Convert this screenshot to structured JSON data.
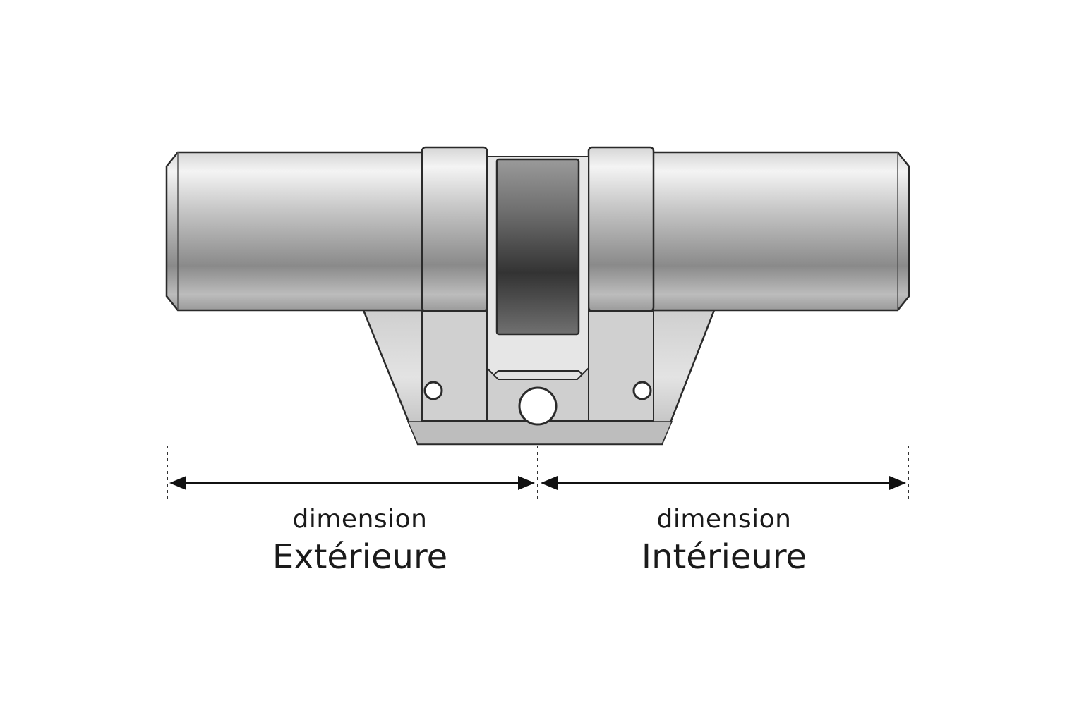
{
  "labels": {
    "exterior_word": "dimension",
    "exterior_side": "Extérieure",
    "interior_word": "dimension",
    "interior_side": "Intérieure"
  },
  "colors": {
    "outline": "#2a2a2a",
    "metal_light": "#f2f2f2",
    "metal_mid": "#bdbdbd",
    "metal_dark": "#7c7c7c",
    "cam_dark": "#3a3a3a",
    "text": "#1a1a1a"
  },
  "icons": {
    "arrow": "arrowhead-icon",
    "screw_hole": "screw-hole-icon",
    "mounting_hole": "mounting-hole-icon"
  }
}
